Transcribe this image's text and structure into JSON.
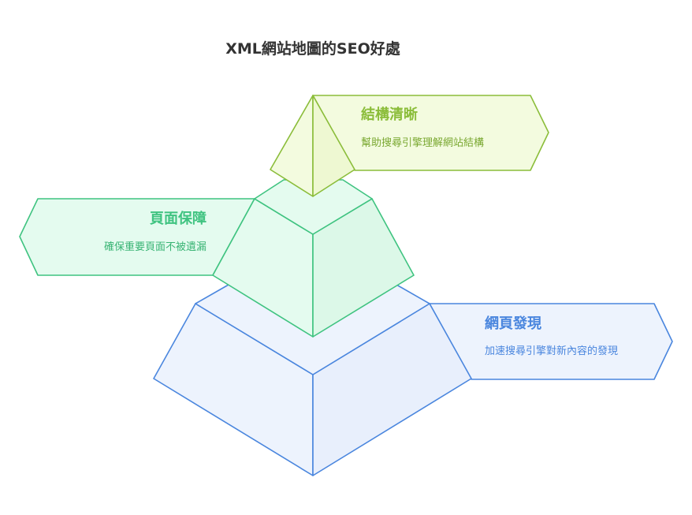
{
  "title": "XML網站地圖的SEO好處",
  "layers": [
    {
      "id": "top",
      "title": "結構清晰",
      "description": "幫助搜尋引擎理解網站結構",
      "stroke": "#8bbd3a",
      "fill": "#f3fbdf",
      "fill_side": "#eef8d2",
      "title_color": "#8bbd3a",
      "desc_color": "#7aa831"
    },
    {
      "id": "middle",
      "title": "頁面保障",
      "description": "確保重要頁面不被遺漏",
      "stroke": "#3fc380",
      "fill": "#e4fbef",
      "fill_side": "#dcf8e8",
      "title_color": "#3fc380",
      "desc_color": "#39b474"
    },
    {
      "id": "bottom",
      "title": "網頁發現",
      "description": "加速搜尋引擎對新內容的發現",
      "stroke": "#4a86de",
      "fill": "#edf3fd",
      "fill_side": "#e8effc",
      "title_color": "#4a86de",
      "desc_color": "#4a86de"
    }
  ]
}
